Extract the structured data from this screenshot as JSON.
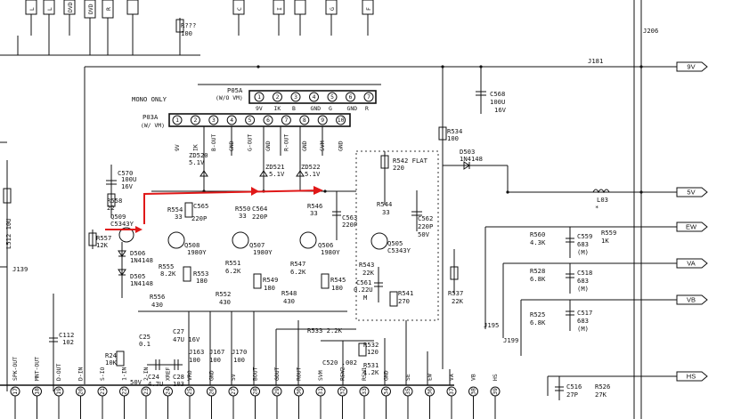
{
  "top_connector_labels": [
    "L",
    "L",
    "DVD",
    "DVD",
    "R",
    "C",
    "I",
    "G",
    "F"
  ],
  "r_top": {
    "ref": "R???",
    "value": "100"
  },
  "mono_only": "MONO ONLY",
  "j206": "J206",
  "j181": "J181",
  "rails": {
    "v9": "9V",
    "v5": "5V",
    "ew": "EW",
    "va": "VA",
    "vb": "VB",
    "hs": "HS"
  },
  "p05a": {
    "name": "P05A",
    "sub": "(W/O VM)",
    "pins": [
      "1",
      "2",
      "3",
      "4",
      "5",
      "6",
      "7"
    ],
    "signals": [
      "9V",
      "IK",
      "B",
      "GND",
      "G",
      "GND",
      "R"
    ]
  },
  "p03a": {
    "name": "P03A",
    "sub": "(W/ VM)",
    "pins": [
      "1",
      "2",
      "3",
      "4",
      "5",
      "6",
      "7",
      "8",
      "9",
      "10"
    ],
    "signals": [
      "9V",
      "IK",
      "B-OUT",
      "GND",
      "G-OUT",
      "GND",
      "R-OUT",
      "GND",
      "SVM",
      "GND"
    ]
  },
  "c568": [
    "C568",
    "100U",
    "16V"
  ],
  "r534": [
    "R534",
    "100"
  ],
  "d503": [
    "D503",
    "1N4148"
  ],
  "r542": "R542 FLAT",
  "r542_val": "220",
  "zd520": [
    "ZD520",
    "5.1V"
  ],
  "zd521": [
    "ZD521",
    "5.1V"
  ],
  "zd522": [
    "ZD522",
    "5.1V"
  ],
  "c570": [
    "C570",
    "100U",
    "16V"
  ],
  "r558": [
    "R558",
    "22"
  ],
  "q509": [
    "Q509",
    "C5343Y"
  ],
  "r557": [
    "R557",
    "12K"
  ],
  "l512": "L512 10U",
  "c565": [
    "C565",
    "220P"
  ],
  "r554": [
    "R554",
    "33"
  ],
  "q508": [
    "Q508",
    "1980Y"
  ],
  "r550": [
    "R550",
    "33"
  ],
  "c564": [
    "C564",
    "220P"
  ],
  "q507": [
    "Q507",
    "1980Y"
  ],
  "r546": [
    "R546",
    "33"
  ],
  "c563": [
    "C563",
    "220P"
  ],
  "q506": [
    "Q506",
    "1980Y"
  ],
  "r544": [
    "R544",
    "33"
  ],
  "c562": [
    "C562",
    "220P",
    "50V"
  ],
  "q505": [
    "Q505",
    "C5343Y"
  ],
  "l03": [
    "L03",
    "*"
  ],
  "d506": [
    "D506",
    "1N4148"
  ],
  "d505": [
    "D505",
    "1N4148"
  ],
  "r555": [
    "R555",
    "8.2K"
  ],
  "r553": [
    "R553",
    "180"
  ],
  "r556": [
    "R556",
    "430"
  ],
  "r551": [
    "R551",
    "6.2K"
  ],
  "r552": [
    "R552",
    "430"
  ],
  "r549": [
    "R549",
    "180"
  ],
  "r547": [
    "R547",
    "6.2K"
  ],
  "r548": [
    "R548",
    "430"
  ],
  "r545": [
    "R545",
    "180"
  ],
  "r543": [
    "R543",
    "22K"
  ],
  "c561": [
    "C561",
    "0.22U",
    "M"
  ],
  "r541": [
    "R541",
    "270"
  ],
  "r537": [
    "R537",
    "22K"
  ],
  "r560": [
    "R560",
    "4.3K"
  ],
  "c559": [
    "C559",
    "683",
    "(M)"
  ],
  "r559": [
    "R559",
    "1K"
  ],
  "r528": [
    "R528",
    "6.8K"
  ],
  "c518": [
    "C518",
    "683",
    "(M)"
  ],
  "r525": [
    "R525",
    "6.8K"
  ],
  "c517": [
    "C517",
    "683",
    "(M)"
  ],
  "j195": "J195",
  "j199": "J199",
  "c516": [
    "C516",
    "27P"
  ],
  "r526": [
    "R526",
    "27K"
  ],
  "j139": "J139",
  "c112": [
    "C112",
    "102"
  ],
  "r24": [
    "R24",
    "10K"
  ],
  "c25": [
    "C25",
    "0.1"
  ],
  "c27": [
    "C27",
    "47U 16V"
  ],
  "c24": [
    "C24",
    "4.7U"
  ],
  "c28": [
    "C28",
    "103"
  ],
  "v50": "50V",
  "j163": [
    "J163",
    "100"
  ],
  "j167": [
    "J167",
    "100"
  ],
  "j170": [
    "J170",
    "100"
  ],
  "r533": "R533 2.2K",
  "r532": [
    "R532",
    "120"
  ],
  "c520": "C520 .002",
  "r531": [
    "R531",
    "1.2K"
  ],
  "bottom_pins": {
    "names": [
      "SPK-OUT",
      "MNT-OUT",
      "D-OUT",
      "D-IN",
      "S-IO",
      "1-IN",
      "2-IN",
      "XREF",
      "VRO",
      "GND",
      "5V",
      "BOUT",
      "GOUT",
      "ROUT",
      "SVM",
      "RSW2",
      "RSW1",
      "GND",
      "SE",
      "EW",
      "VA",
      "VB",
      "HS"
    ],
    "numbers": [
      "17",
      "18",
      "19",
      "20",
      "21",
      "22",
      "23",
      "24",
      "25",
      "26",
      "27",
      "28",
      "29",
      "30",
      "31",
      "32",
      "33",
      "34",
      "35",
      "36",
      "37",
      "38",
      "39"
    ]
  }
}
